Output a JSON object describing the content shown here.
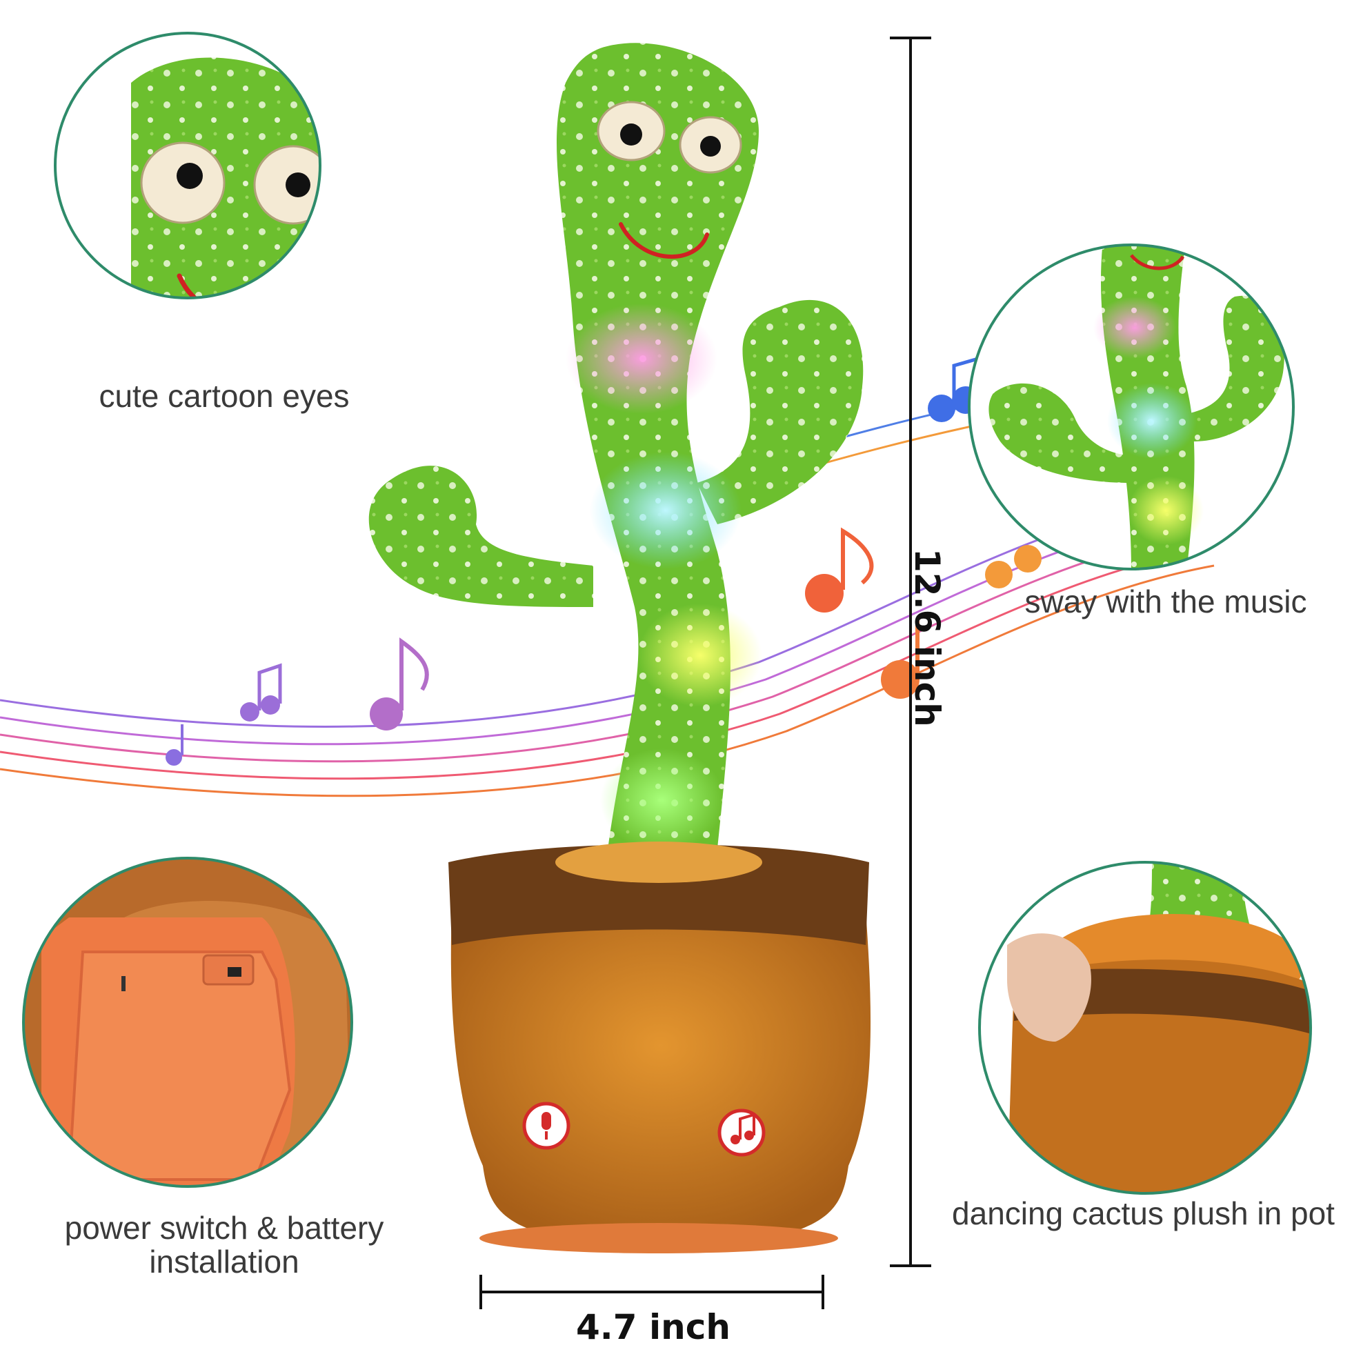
{
  "captions": {
    "eyes": "cute cartoon eyes",
    "sway": "sway with the music",
    "power_line1": "power switch & battery",
    "power_line2": "installation",
    "plush": "dancing cactus plush in pot"
  },
  "dimensions": {
    "height": "12.6 inch",
    "width": "4.7 inch"
  },
  "colors": {
    "frame_border": "#2e8b6a",
    "cactus_green": "#6cbf2e",
    "pot_brown": "#c7781e",
    "rim_brown": "#6b3d17"
  },
  "icons": [
    "music-note-icon",
    "microphone-icon"
  ]
}
